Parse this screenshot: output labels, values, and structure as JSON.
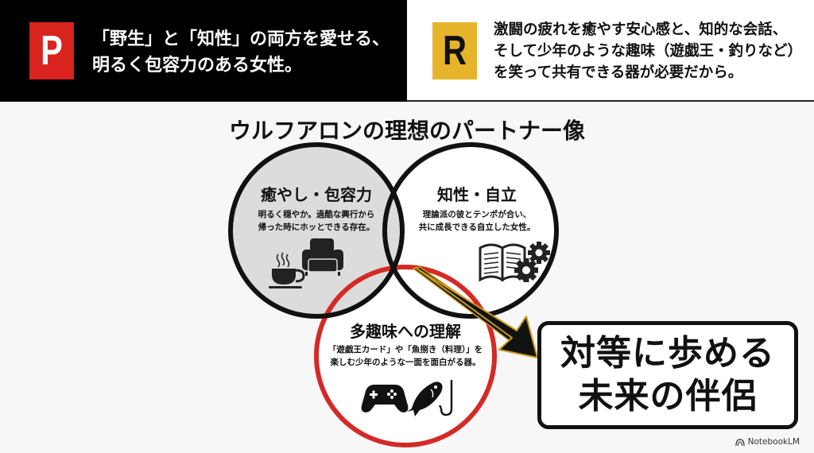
{
  "header": {
    "problem": {
      "badge_letter": "P",
      "badge_color": "#d8231f",
      "lines": [
        "「野生」と「知性」の両方を愛せる、",
        "明るく包容力のある女性。"
      ]
    },
    "reason": {
      "badge_letter": "R",
      "badge_color": "#e6b42a",
      "lines": [
        "激闘の疲れを癒やす安心感と、知的な会話、",
        "そして少年のような趣味（遊戯王・釣りなど）",
        "を笑って共有できる器が必要だから。"
      ]
    }
  },
  "title": "ウルフアロンの理想のパートナー像",
  "venn": {
    "circles": [
      {
        "heading": "癒やし・包容力",
        "body": [
          "明るく穏やか。過酷な興行から",
          "帰った時にホッとできる存在。"
        ],
        "icons": [
          "coffee-cup-icon",
          "armchair-icon"
        ],
        "fill": "#dcdcdc",
        "stroke": "#111111"
      },
      {
        "heading": "知性・自立",
        "body": [
          "理論派の彼とテンポが合い、",
          "共に成長できる自立した女性。"
        ],
        "icons": [
          "open-book-icon",
          "gears-icon"
        ],
        "fill": "#ffffff",
        "stroke": "#111111"
      },
      {
        "heading": "多趣味への理解",
        "body": [
          "「遊戯王カード」や「魚捌き（料理）」を",
          "楽しむ少年のような一面を面白がる器。"
        ],
        "icons": [
          "game-controller-icon",
          "fish-hook-icon"
        ],
        "fill": "#ffffff",
        "stroke": "#d42a26"
      }
    ],
    "intersection_color": "#e6b42a"
  },
  "result": {
    "lines": [
      "対等に歩める",
      "未来の伴侶"
    ]
  },
  "brand": {
    "label": "NotebookLM"
  }
}
